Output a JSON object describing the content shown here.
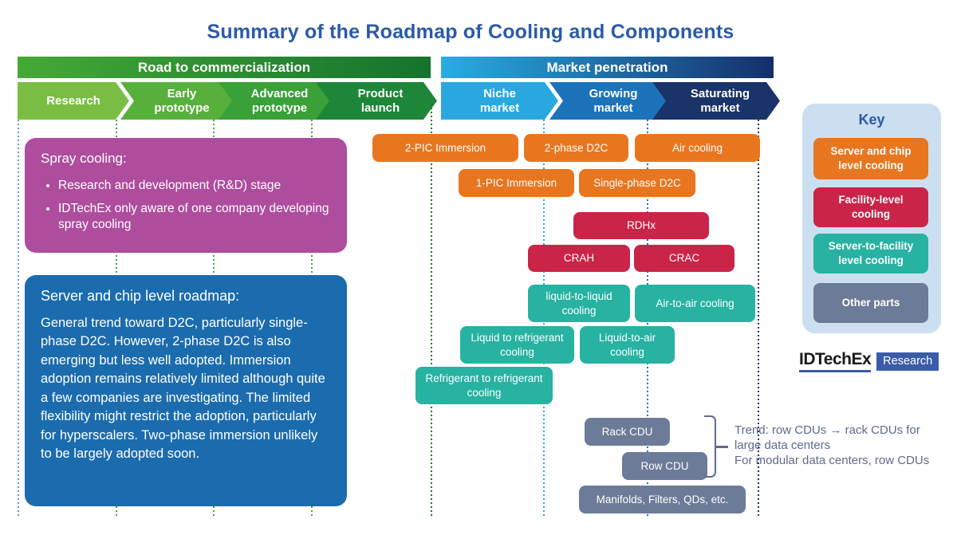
{
  "title": "Summary of the Roadmap of Cooling and Components",
  "sections": {
    "road": {
      "header": "Road to commercialization",
      "stages": [
        "Research",
        "Early prototype",
        "Advanced prototype",
        "Product launch"
      ]
    },
    "market": {
      "header": "Market penetration",
      "stages": [
        "Niche market",
        "Growing market",
        "Saturating market"
      ]
    }
  },
  "spray_box": {
    "title": "Spray cooling:",
    "bullets": [
      "Research and development (R&D) stage",
      "IDTechEx only aware of one company developing spray cooling"
    ]
  },
  "roadmap_box": {
    "title": "Server and chip level roadmap:",
    "body": "General trend toward D2C, particularly single-phase D2C. However, 2-phase D2C is also emerging but less well adopted. Immersion adoption remains relatively limited although quite a few companies are investigating. The limited flexibility might restrict the adoption, particularly for hyperscalers. Two-phase immersion unlikely to be largely adopted soon."
  },
  "items": [
    {
      "label": "2-PIC Immersion",
      "category": "server-chip"
    },
    {
      "label": "2-phase D2C",
      "category": "server-chip"
    },
    {
      "label": "Air cooling",
      "category": "server-chip"
    },
    {
      "label": "1-PIC Immersion",
      "category": "server-chip"
    },
    {
      "label": "Single-phase D2C",
      "category": "server-chip"
    },
    {
      "label": "RDHx",
      "category": "facility"
    },
    {
      "label": "CRAH",
      "category": "facility"
    },
    {
      "label": "CRAC",
      "category": "facility"
    },
    {
      "label": "liquid-to-liquid cooling",
      "category": "server-to-facility"
    },
    {
      "label": "Air-to-air cooling",
      "category": "server-to-facility"
    },
    {
      "label": "Liquid to refrigerant cooling",
      "category": "server-to-facility"
    },
    {
      "label": "Liquid-to-air cooling",
      "category": "server-to-facility"
    },
    {
      "label": "Refrigerant to refrigerant cooling",
      "category": "server-to-facility"
    },
    {
      "label": "Rack CDU",
      "category": "other"
    },
    {
      "label": "Row CDU",
      "category": "other"
    },
    {
      "label": "Manifolds, Filters, QDs, etc.",
      "category": "other"
    }
  ],
  "key": {
    "title": "Key",
    "entries": [
      {
        "label": "Server and chip level cooling",
        "category": "server-chip"
      },
      {
        "label": "Facility-level cooling",
        "category": "facility"
      },
      {
        "label": "Server-to-facility level cooling",
        "category": "server-to-facility"
      },
      {
        "label": "Other parts",
        "category": "other"
      }
    ]
  },
  "trend_note": {
    "line1": "Trend: row CDUs → rack CDUs for large data centers",
    "line2": "For modular data centers, row CDUs"
  },
  "logo": {
    "name": "IDTechEx",
    "badge": "Research"
  },
  "colors": {
    "title_blue": "#2B5AA7",
    "server_chip_orange": "#E8761F",
    "facility_red": "#CA2448",
    "server_to_facility_teal": "#27B2A2",
    "other_gray": "#6C7B97",
    "spray_purple": "#AE4D9D",
    "roadmap_blue": "#1B6CAE",
    "key_panel_blue": "#CBDFF1",
    "trend_text": "#5C6B8C"
  }
}
